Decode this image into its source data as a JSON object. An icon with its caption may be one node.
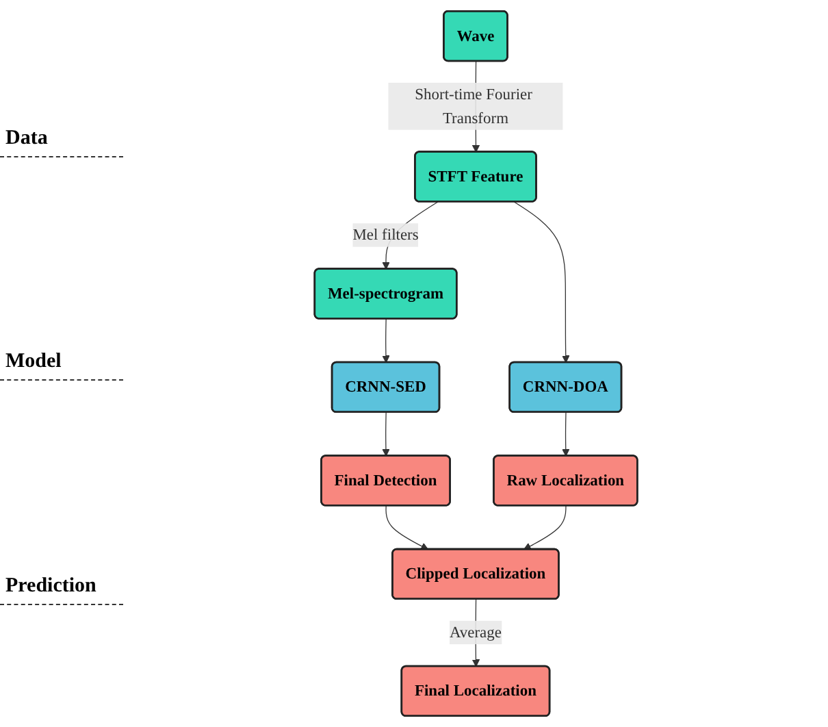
{
  "diagram": {
    "nodes": [
      {
        "text": [
          "Wave"
        ]
      },
      {
        "text": [
          "STFT Feature"
        ]
      },
      {
        "text": [
          "Mel-spectrogram"
        ]
      },
      {
        "text": [
          "CRNN-SED"
        ]
      },
      {
        "text": [
          "CRNN-DOA"
        ]
      },
      {
        "text": [
          "Final Detection"
        ]
      },
      {
        "text": [
          "Raw Localization"
        ]
      },
      {
        "text": [
          "Final Localization"
        ]
      },
      {
        "text": [
          "Clipped Localization"
        ]
      }
    ],
    "edges": [
      {
        "from": 0,
        "to": 1,
        "arrow": "to",
        "label": "Short-time Fourier Transform"
      },
      {
        "from": 1,
        "to": 2,
        "arrow": "to",
        "label": "Mel filters"
      },
      {
        "from": 1,
        "to": 4,
        "arrow": "to"
      },
      {
        "from": 2,
        "to": 3,
        "arrow": "to"
      },
      {
        "from": 3,
        "to": 5,
        "arrow": "to"
      },
      {
        "from": 4,
        "to": 6,
        "arrow": "to"
      },
      {
        "from": 5,
        "to": 8,
        "arrow": "to"
      },
      {
        "from": 6,
        "to": 8,
        "arrow": "to"
      },
      {
        "from": 8,
        "to": 7,
        "arrow": "to",
        "label": "Average"
      }
    ],
    "labels": [
      "Data",
      "Model",
      "Prediction"
    ]
  }
}
